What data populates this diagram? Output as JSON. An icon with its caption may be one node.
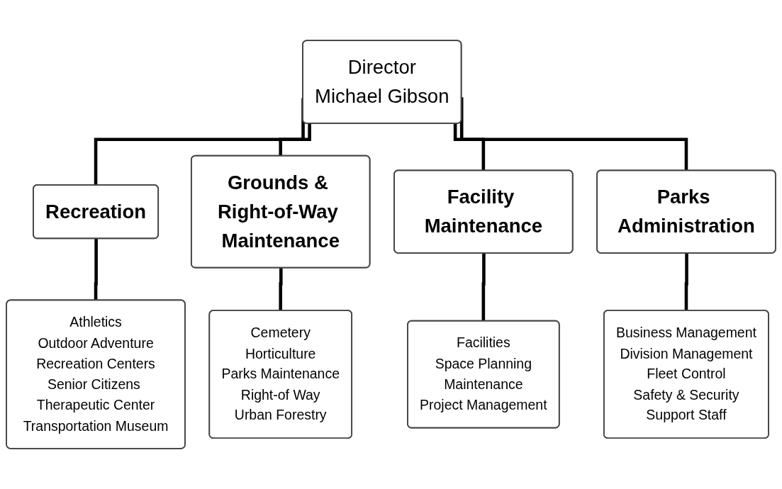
{
  "diagram": {
    "nodes": [
      {
        "text": [
          "Director",
          "Michael Gibson"
        ]
      },
      {
        "text": [
          "Recreation"
        ]
      },
      {
        "text": [
          "Grounds & Right-of-Way Maintenance"
        ]
      },
      {
        "text": [
          "Facility Maintenance"
        ]
      },
      {
        "text": [
          "Parks Administration"
        ]
      },
      {
        "text": [
          "Athletics",
          "Outdoor Adventure",
          "Recreation Centers",
          "Senior Citizens Therapeutic Center",
          "Transportation Museum"
        ]
      },
      {
        "text": [
          "Cemetery",
          "Horticulture",
          "Parks Maintenance",
          "Right-of Way",
          "Urban Forestry"
        ]
      },
      {
        "text": [
          "Facilities",
          "Space Planning",
          "Maintenance",
          "Project Management"
        ]
      },
      {
        "text": [
          "Business Management",
          "Division Management",
          "Fleet Control",
          "Safety & Security",
          "Support Staff"
        ]
      }
    ],
    "edges": [
      {
        "from": 0,
        "to": 1,
        "arrow": "none"
      },
      {
        "from": 0,
        "to": 2,
        "arrow": "none"
      },
      {
        "from": 0,
        "to": 3,
        "arrow": "none"
      },
      {
        "from": 0,
        "to": 4,
        "arrow": "none"
      },
      {
        "from": 1,
        "to": 5,
        "arrow": "none"
      },
      {
        "from": 2,
        "to": 6,
        "arrow": "none"
      },
      {
        "from": 3,
        "to": 7,
        "arrow": "none"
      },
      {
        "from": 4,
        "to": 8,
        "arrow": "none"
      }
    ]
  }
}
